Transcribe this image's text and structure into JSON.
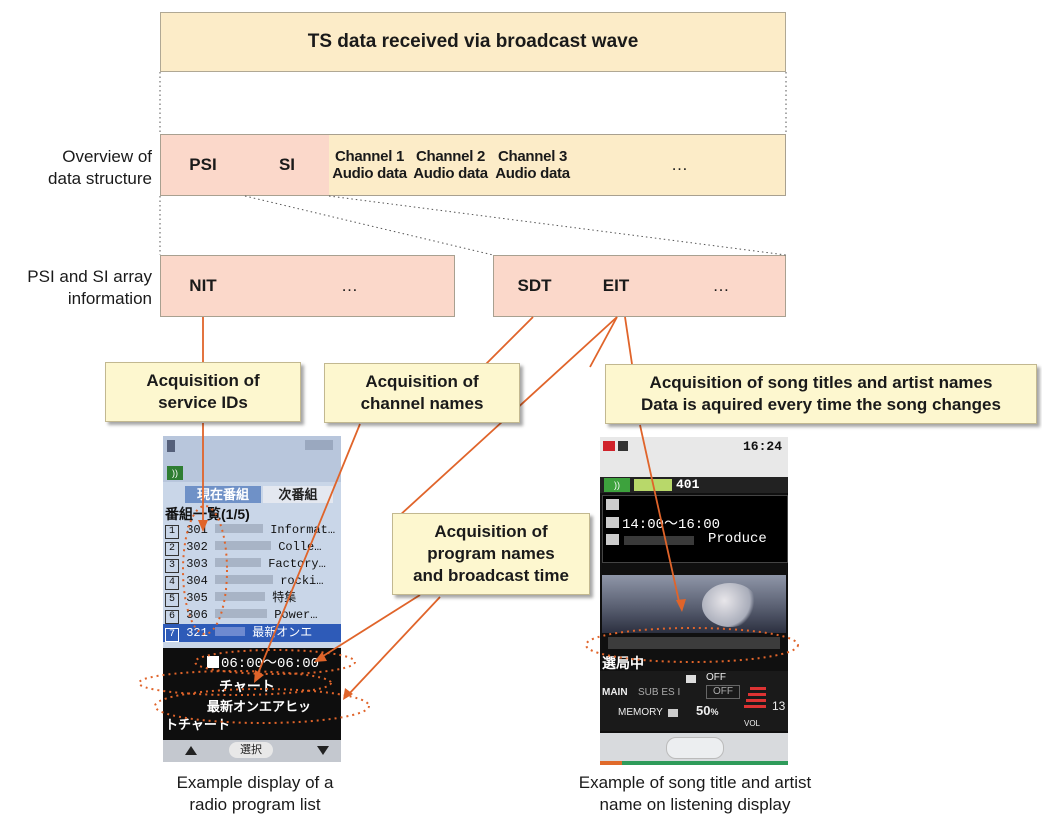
{
  "ts_header": "TS data received via broadcast wave",
  "labels": {
    "overview": [
      "Overview of",
      "data structure"
    ],
    "psi_si": [
      "PSI and SI array",
      "information"
    ]
  },
  "overview_row": {
    "psi": "PSI",
    "si": "SI",
    "channels": [
      {
        "name": "Channel 1",
        "sub": "Audio data"
      },
      {
        "name": "Channel 2",
        "sub": "Audio data"
      },
      {
        "name": "Channel 3",
        "sub": "Audio data"
      }
    ],
    "more": "…"
  },
  "array_row": {
    "nit": "NIT",
    "nit_more": "…",
    "sdt": "SDT",
    "eit": "EIT",
    "eit_more": "…"
  },
  "callouts": {
    "service_ids": [
      "Acquisition of",
      "service IDs"
    ],
    "channel_names": [
      "Acquisition of",
      "channel names"
    ],
    "song_titles": [
      "Acquisition of song titles and artist names",
      "Data is aquired every time the song changes"
    ],
    "program_names": [
      "Acquisition of",
      "program names",
      "and broadcast time"
    ]
  },
  "captions": {
    "left": [
      "Example display of a",
      "radio program list"
    ],
    "right": [
      "Example of song title and artist",
      "name on listening display"
    ]
  },
  "phone_left": {
    "tabs": [
      "現在番組",
      "次番組"
    ],
    "list_title": "番組一覧(1/5)",
    "rows": [
      {
        "num": "1",
        "ch": "301",
        "name": "Informat…"
      },
      {
        "num": "2",
        "ch": "302",
        "name": "Colle…"
      },
      {
        "num": "3",
        "ch": "303",
        "name": "Factory…"
      },
      {
        "num": "4",
        "ch": "304",
        "name": "rocki…"
      },
      {
        "num": "5",
        "ch": "305",
        "name": "特集"
      },
      {
        "num": "6",
        "ch": "306",
        "name": "Power…"
      },
      {
        "num": "7",
        "ch": "321",
        "name": "最新オンエ"
      }
    ],
    "time": "06:00〜06:00",
    "program1": "チャート",
    "program2": "最新オンエアヒッ",
    "program2b": "トチャート",
    "softkey": "選択"
  },
  "phone_right": {
    "clock": "16:24",
    "channel": "401",
    "time": "14:00〜16:00",
    "produce": "Produce",
    "status": "選局中",
    "main": "MAIN",
    "sub": "SUB ES I",
    "off1": "OFF",
    "off2": "OFF",
    "memory": "MEMORY",
    "memory_pct": "50",
    "memory_unit": "%",
    "vol": "VOL",
    "vol_value": "13"
  }
}
